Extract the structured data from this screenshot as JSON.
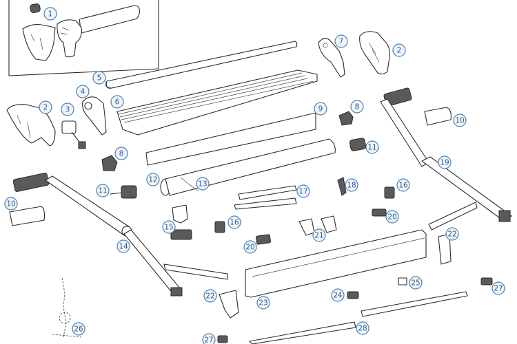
{
  "diagram": {
    "type": "exploded-parts-diagram",
    "accent_color": "#4a7fb0",
    "callouts": [
      {
        "id": "c1",
        "label": "1"
      },
      {
        "id": "c2a",
        "label": "2"
      },
      {
        "id": "c2b",
        "label": "2"
      },
      {
        "id": "c3",
        "label": "3"
      },
      {
        "id": "c4",
        "label": "4"
      },
      {
        "id": "c5",
        "label": "5"
      },
      {
        "id": "c6",
        "label": "6"
      },
      {
        "id": "c7",
        "label": "7"
      },
      {
        "id": "c8a",
        "label": "8"
      },
      {
        "id": "c8b",
        "label": "8"
      },
      {
        "id": "c9",
        "label": "9"
      },
      {
        "id": "c10a",
        "label": "10"
      },
      {
        "id": "c10b",
        "label": "10"
      },
      {
        "id": "c11a",
        "label": "11"
      },
      {
        "id": "c11b",
        "label": "11"
      },
      {
        "id": "c12",
        "label": "12"
      },
      {
        "id": "c13",
        "label": "13"
      },
      {
        "id": "c14",
        "label": "14"
      },
      {
        "id": "c15",
        "label": "15"
      },
      {
        "id": "c16a",
        "label": "16"
      },
      {
        "id": "c16b",
        "label": "16"
      },
      {
        "id": "c17",
        "label": "17"
      },
      {
        "id": "c18",
        "label": "18"
      },
      {
        "id": "c19",
        "label": "19"
      },
      {
        "id": "c20a",
        "label": "20"
      },
      {
        "id": "c20b",
        "label": "20"
      },
      {
        "id": "c21",
        "label": "21"
      },
      {
        "id": "c22a",
        "label": "22"
      },
      {
        "id": "c22b",
        "label": "22"
      },
      {
        "id": "c23",
        "label": "23"
      },
      {
        "id": "c24",
        "label": "24"
      },
      {
        "id": "c25",
        "label": "25"
      },
      {
        "id": "c26",
        "label": "26"
      },
      {
        "id": "c27a",
        "label": "27"
      },
      {
        "id": "c27b",
        "label": "27"
      },
      {
        "id": "c28",
        "label": "28"
      }
    ]
  }
}
